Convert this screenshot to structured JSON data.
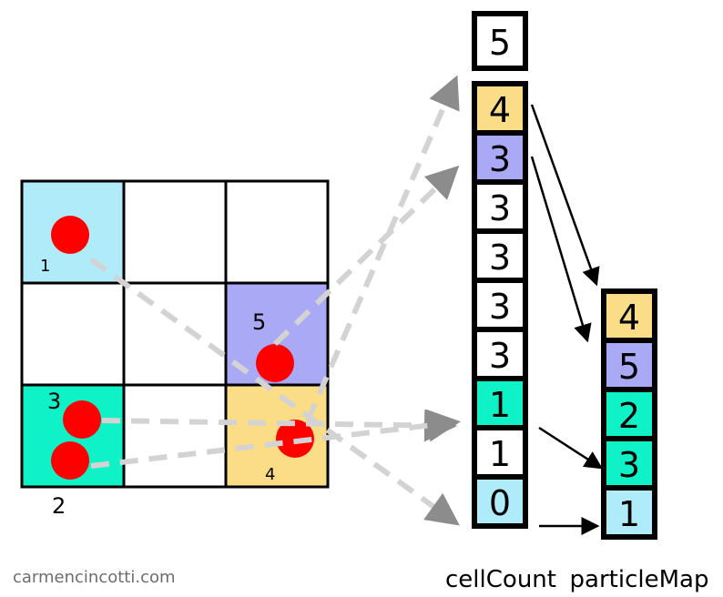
{
  "colors": {
    "light_blue": "#b0ebfa",
    "purple": "#a9a9f6",
    "teal": "#0ff2c8",
    "yellow": "#fbdd88",
    "white": "#ffffff",
    "particle": "#ff0000",
    "dashed_arrow": "#d3d3d3",
    "solid_arrow": "#000000"
  },
  "grid": {
    "cells": [
      {
        "color": "light_blue",
        "label": "1"
      },
      {
        "color": "white",
        "label": ""
      },
      {
        "color": "white",
        "label": ""
      },
      {
        "color": "white",
        "label": ""
      },
      {
        "color": "white",
        "label": ""
      },
      {
        "color": "purple",
        "label": "5"
      },
      {
        "color": "teal",
        "label": "3"
      },
      {
        "color": "white",
        "label": ""
      },
      {
        "color": "yellow",
        "label": "4"
      }
    ],
    "particle_label_2": "2"
  },
  "cell_count": {
    "top_value": "5",
    "values": [
      "4",
      "3",
      "3",
      "3",
      "3",
      "3",
      "1",
      "1",
      "0"
    ],
    "colors": [
      "yellow",
      "purple",
      "white",
      "white",
      "white",
      "white",
      "teal",
      "white",
      "light_blue"
    ],
    "label": "cellCount"
  },
  "particle_map": {
    "values": [
      "4",
      "5",
      "2",
      "3",
      "1"
    ],
    "colors": [
      "yellow",
      "purple",
      "teal",
      "teal",
      "light_blue"
    ],
    "label": "particleMap"
  },
  "credit": "carmencincotti.com"
}
